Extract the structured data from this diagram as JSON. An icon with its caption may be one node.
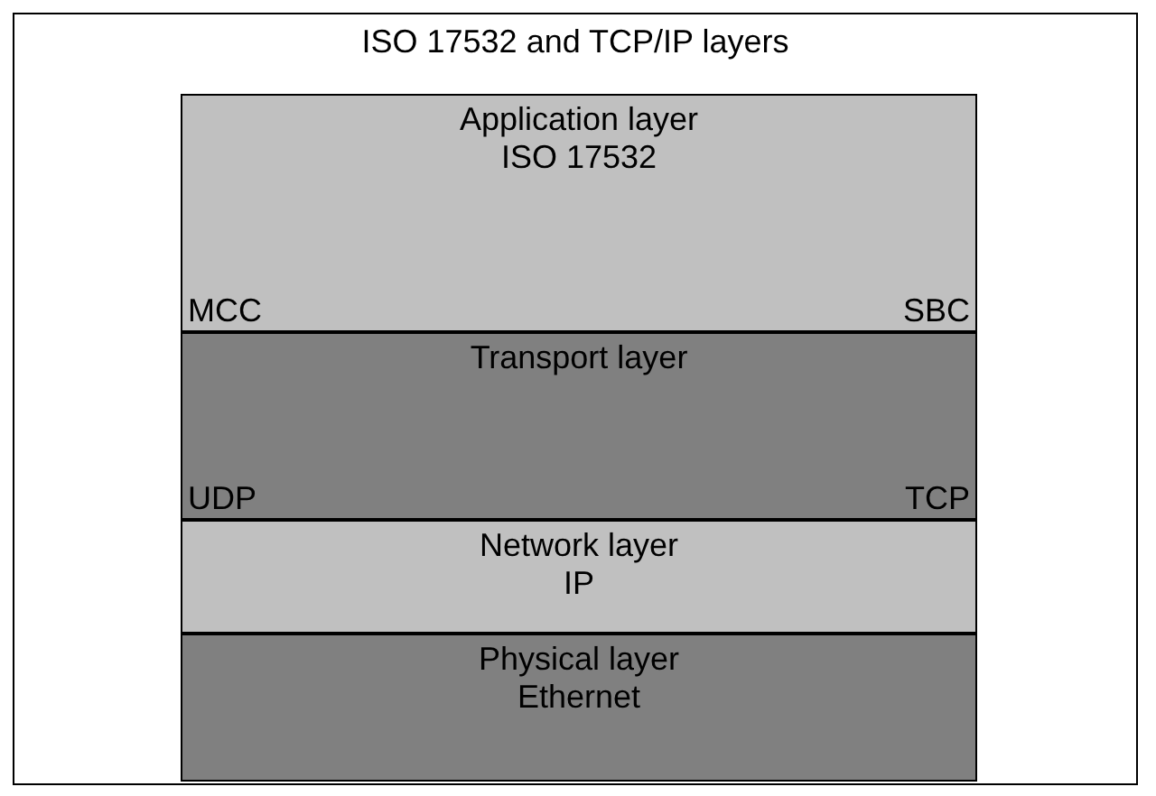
{
  "diagram": {
    "nodes": [
      {
        "text": [
          "ISO 17532 and TCP/IP layers"
        ]
      },
      {
        "text": [
          "Application layer",
          "ISO 17532",
          "MCC",
          "SBC"
        ],
        "in": 0
      },
      {
        "text": [
          "Transport layer",
          "UDP",
          "TCP"
        ],
        "in": 0
      },
      {
        "text": [
          "Network layer",
          "IP"
        ],
        "in": 0
      },
      {
        "text": [
          "Physical layer",
          "Ethernet"
        ],
        "in": 0
      }
    ],
    "edges": []
  }
}
